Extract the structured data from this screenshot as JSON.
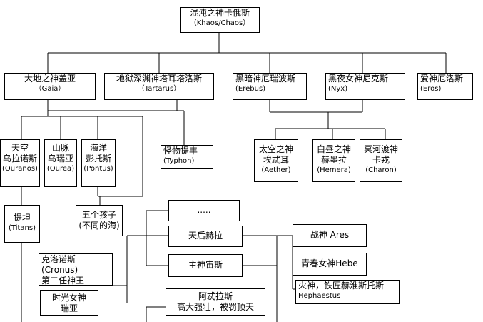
{
  "nodes": {
    "chaos": {
      "name": "混沌之神卡俄斯",
      "en": "（Khaos/Chaos）"
    },
    "gaia": {
      "name": "大地之神盖亚",
      "en": "（Gaia）"
    },
    "tartarus": {
      "name": "地狱深渊神塔耳塔洛斯",
      "en": "（Tartarus）"
    },
    "erebus": {
      "name": "黑暗神厄瑞波斯",
      "en": "(Erebus)"
    },
    "nyx": {
      "name": "黑夜女神尼克斯",
      "en": "(Nyx)"
    },
    "eros": {
      "name": "爱神厄洛斯",
      "en": "(Eros)"
    },
    "ouranos": {
      "line1": "天空",
      "line2": "乌拉诺斯",
      "en": "(Ouranos)"
    },
    "ourea": {
      "line1": "山脉",
      "line2": "乌瑞亚",
      "en": "(Ourea)"
    },
    "pontus": {
      "line1": "海洋",
      "line2": "彭托斯",
      "en": "(Pontus)"
    },
    "typhon": {
      "name": "怪物提丰",
      "en": "(Typhon)"
    },
    "aether": {
      "line1": "太空之神",
      "line2": "埃忒耳",
      "en": "(Aether)"
    },
    "hemera": {
      "line1": "白昼之神",
      "line2": "赫墨拉",
      "en": "(Hemera)"
    },
    "charon": {
      "line1": "冥河渡神",
      "line2": "卡戎",
      "en": "(Charon)"
    },
    "titans": {
      "name": "提坦",
      "en": "(Titans)"
    },
    "five_children": {
      "line1": "五个孩子",
      "line2": "(不同的海)"
    },
    "ellipsis": {
      "name": "....."
    },
    "hera": {
      "name": "天后赫拉"
    },
    "zeus": {
      "name": "主神宙斯"
    },
    "ares": {
      "name": "战神 Ares"
    },
    "hebe": {
      "name": "青春女神Hebe"
    },
    "hephaestus": {
      "line1": "火神，铁匠赫淮斯托斯",
      "line2": "Hephaestus"
    },
    "cronus": {
      "line1": "克洛诺斯",
      "line2": "(Cronus)",
      "line3": "第二任神王"
    },
    "rhea": {
      "line1": "时光女神",
      "line2": "瑞亚"
    },
    "atlas": {
      "line1": "阿忒拉斯",
      "line2": "高大强壮，被罚顶天"
    }
  }
}
